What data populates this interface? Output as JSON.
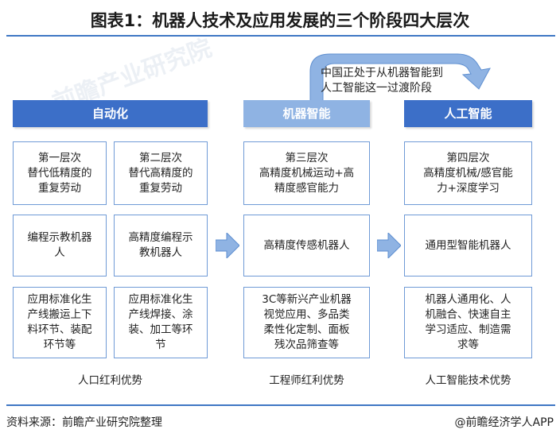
{
  "title": "图表1：机器人技术及应用发展的三个阶段四大层次",
  "callout": "中国正处于从机器智能到\n人工智能这一过渡阶段",
  "columns": {
    "automation": {
      "header": "自动化",
      "left": {
        "level": "第一层次\n替代低精度的\n重复劳动",
        "robot": "编程示教机器\n人",
        "apps": "应用标准化生\n产线搬运上下\n料环节、装配\n环节等"
      },
      "right": {
        "level": "第二层次\n替代高精度的\n重复劳动",
        "robot": "高精度编程示\n教机器人",
        "apps": "应用标准化生\n产线焊接、涂\n装、加工等环\n节"
      },
      "footer": "人口红利优势"
    },
    "machine_intel": {
      "header": "机器智能",
      "level": "第三层次\n高精度机械运动+高\n精度感官能力",
      "robot": "高精度传感机器人",
      "apps": "3C等新兴产业机器\n视觉应用、多品类\n柔性化定制、面板\n残次品筛查等",
      "footer": "工程师红利优势"
    },
    "ai": {
      "header": "人工智能",
      "level": "第四层次\n高精度机械/感官能\n力+深度学习",
      "robot": "通用型智能机器人",
      "apps": "机器人通用化、人\n机融合、快速自主\n学习适应、制造需\n求等",
      "footer": "人工智能技术优势"
    }
  },
  "source": "资料来源：前瞻产业研究院整理",
  "credit": "@前瞻经济学人APP",
  "watermark": "前瞻产业研究院",
  "colors": {
    "accent": "#3c6fc8",
    "light": "#8fb3e3",
    "border": "#6f9ad6",
    "arrow": "#8fb3e3"
  }
}
